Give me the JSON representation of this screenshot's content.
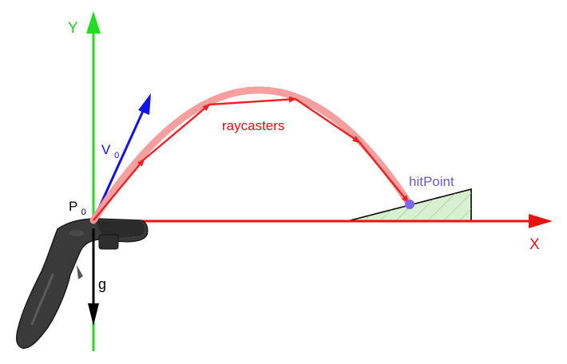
{
  "labels": {
    "y_axis": "Y",
    "x_axis": "X",
    "origin_main": "P",
    "origin_sub": "0",
    "velocity_main": "V",
    "velocity_sub": "0",
    "gravity": "g",
    "raycasters": "raycasters",
    "hit_point": "hitPoint"
  },
  "colors": {
    "y_axis": "#22dd22",
    "x_axis": "#ee1111",
    "velocity": "#1111ee",
    "gravity": "#000000",
    "trajectory_glow": "#f59a9a",
    "raycaster": "#ee2222",
    "raycaster_label": "#dd1111",
    "hit_point": "#7b68ee",
    "hit_label": "#6a5acd",
    "slope_fill": "#d8efd0",
    "slope_stroke": "#000000",
    "controller": "#3a3a3a"
  },
  "icons": {
    "controller": "vr-controller-icon"
  }
}
